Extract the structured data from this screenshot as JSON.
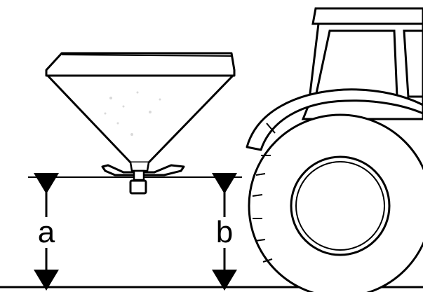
{
  "diagram": {
    "labels": {
      "a": "a",
      "b": "b"
    },
    "parts": [
      "spreader-hopper",
      "spreader-disc",
      "tractor-cab",
      "rear-wheel",
      "ground-line",
      "reference-line"
    ],
    "colors": {
      "ink": "#000000",
      "background": "#ffffff",
      "hopper_speckle": "#d9d9d9"
    }
  }
}
